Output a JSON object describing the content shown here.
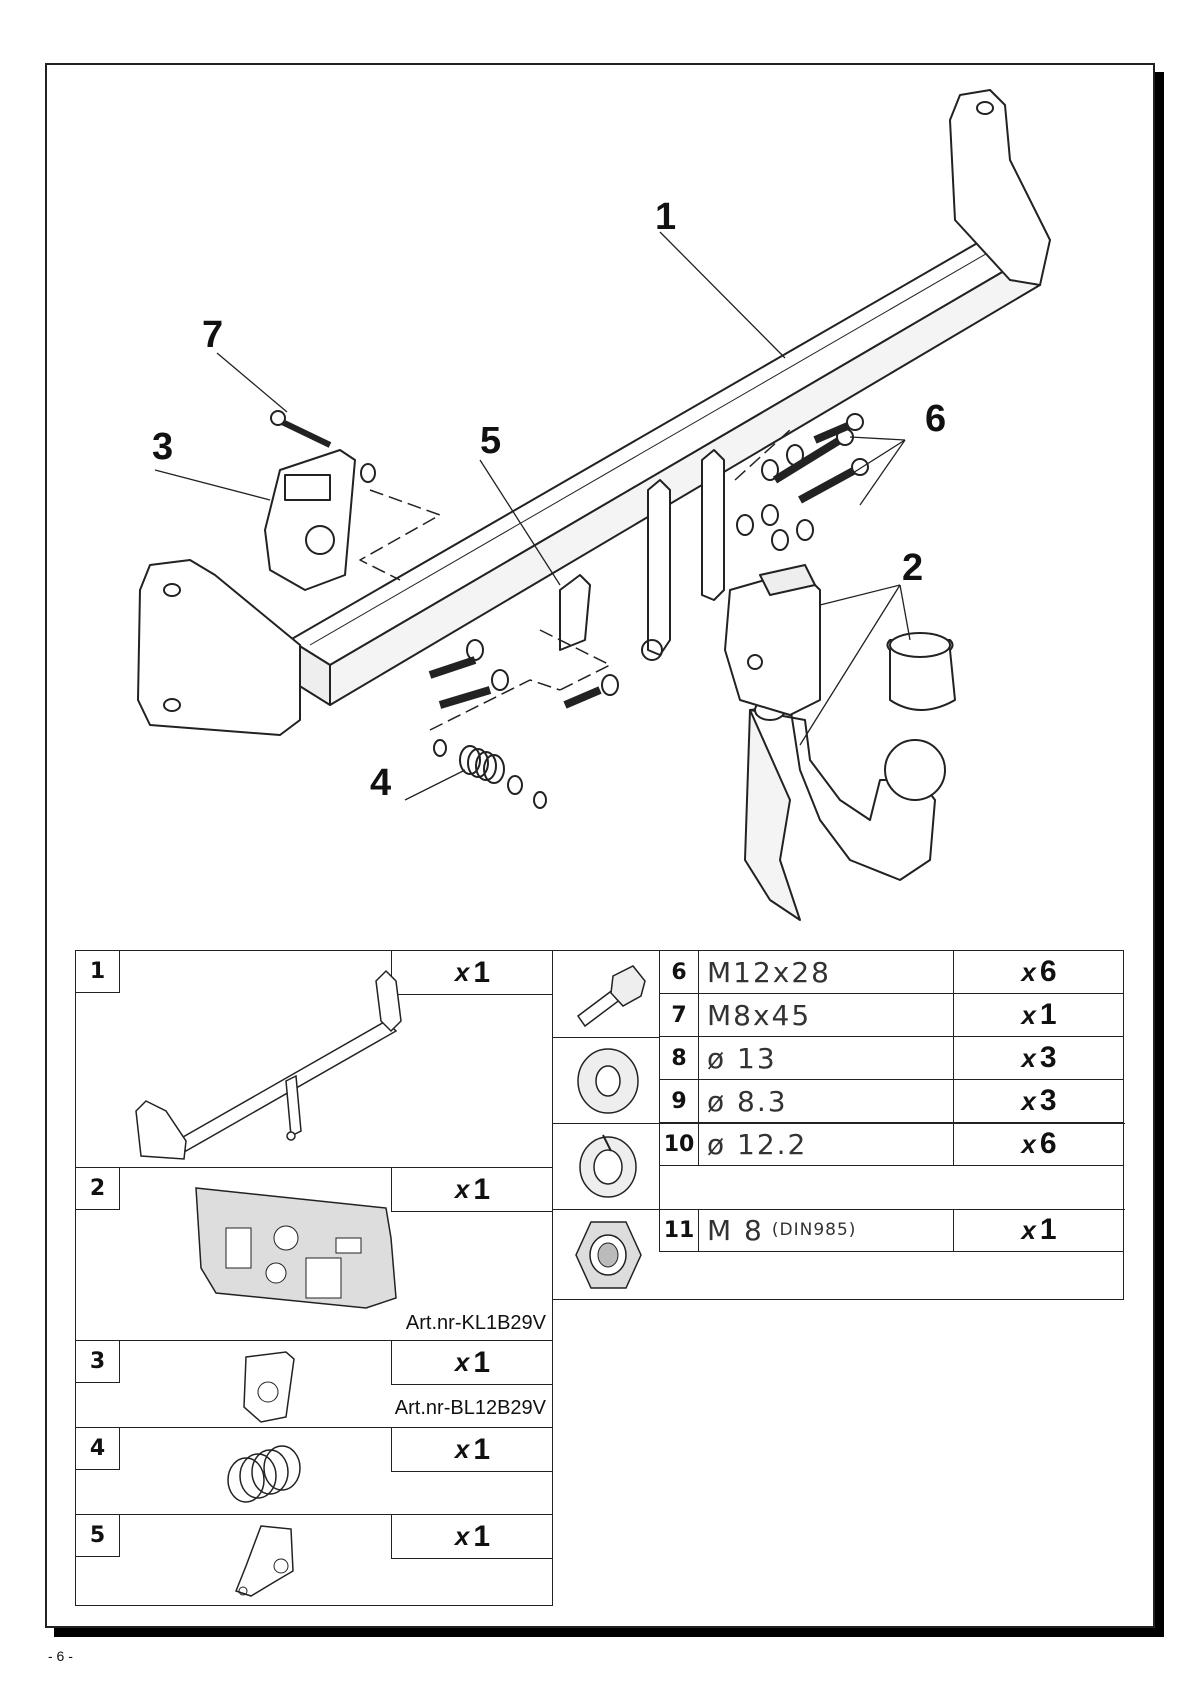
{
  "callouts": [
    "1",
    "2",
    "3",
    "4",
    "5",
    "6",
    "7"
  ],
  "parts": [
    {
      "num": "1",
      "qty_x": "x",
      "qty": "1",
      "art": ""
    },
    {
      "num": "2",
      "qty_x": "x",
      "qty": "1",
      "art": "Art.nr-KL1B29V"
    },
    {
      "num": "3",
      "qty_x": "x",
      "qty": "1",
      "art": "Art.nr-BL12B29V"
    },
    {
      "num": "4",
      "qty_x": "x",
      "qty": "1",
      "art": ""
    },
    {
      "num": "5",
      "qty_x": "x",
      "qty": "1",
      "art": ""
    }
  ],
  "hardware": [
    {
      "num": "6",
      "desc": "M12x28",
      "note": "",
      "qty_x": "x",
      "qty": "6"
    },
    {
      "num": "7",
      "desc": "M8x45",
      "note": "",
      "qty_x": "x",
      "qty": "1"
    },
    {
      "num": "8",
      "desc": "ø 13",
      "note": "",
      "qty_x": "x",
      "qty": "3"
    },
    {
      "num": "9",
      "desc": "ø 8.3",
      "note": "",
      "qty_x": "x",
      "qty": "3"
    },
    {
      "num": "10",
      "desc": "ø 12.2",
      "note": "",
      "qty_x": "x",
      "qty": "6"
    },
    {
      "num": "11",
      "desc": "M 8",
      "note": "(DIN985)",
      "qty_x": "x",
      "qty": "1"
    }
  ],
  "page_number": "- 6 -"
}
